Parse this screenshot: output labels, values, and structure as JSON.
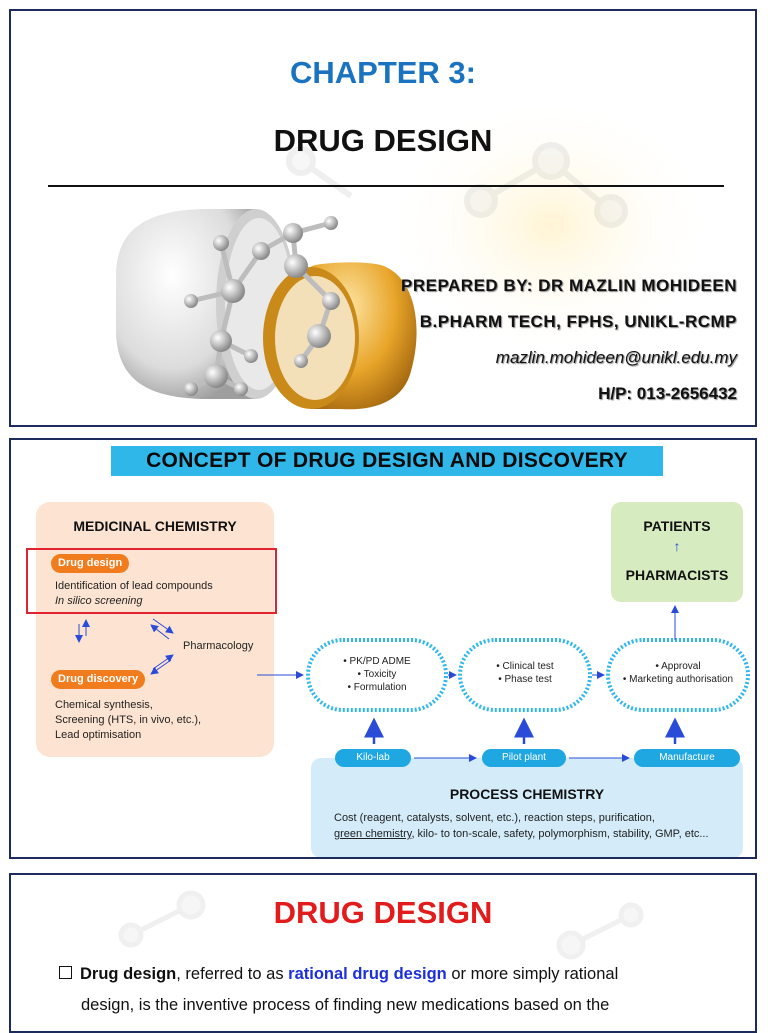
{
  "slide1": {
    "chapter": "CHAPTER 3:",
    "title": "DRUG DESIGN",
    "prepared_by": "PREPARED BY: DR MAZLIN MOHIDEEN",
    "affiliation": "B.PHARM TECH, FPHS, UNIKL-RCMP",
    "email": "mazlin.mohideen@unikl.edu.my",
    "phone": "H/P: 013-2656432"
  },
  "slide2": {
    "title": "CONCEPT OF DRUG DESIGN AND DISCOVERY",
    "medicinal_chemistry": {
      "heading": "MEDICINAL CHEMISTRY",
      "drug_design_label": "Drug design",
      "drug_design_line1": "Identification of lead compounds",
      "drug_design_line2": "In silico screening",
      "pharmacology": "Pharmacology",
      "drug_discovery_label": "Drug discovery",
      "discovery_line1": "Chemical synthesis,",
      "discovery_line2": "Screening (HTS, in vivo, etc.),",
      "discovery_line3": "Lead optimisation"
    },
    "stages": [
      {
        "line1": "• PK/PD ADME",
        "line2": "• Toxicity",
        "line3": "• Formulation"
      },
      {
        "line1": "• Clinical test",
        "line2": "• Phase test"
      },
      {
        "line1": "• Approval",
        "line2": "• Marketing authorisation"
      }
    ],
    "patients": {
      "top": "PATIENTS",
      "arrow": "↑",
      "bottom": "PHARMACISTS"
    },
    "process": {
      "kilo_lab": "Kilo-lab",
      "pilot_plant": "Pilot plant",
      "manufacture": "Manufacture",
      "heading": "PROCESS CHEMISTRY",
      "line1": "Cost (reagent, catalysts, solvent, etc.), reaction steps, purification,",
      "line2_underlined": "green chemistry",
      "line2_rest": ", kilo- to ton-scale, safety, polymorphism, stability, GMP, etc..."
    }
  },
  "slide3": {
    "title": "DRUG DESIGN",
    "bold_term": "Drug design",
    "text_a": ", referred to as ",
    "blue_term": "rational drug design",
    "text_b": " or more simply rational",
    "line2": "design, is the inventive process of finding new medications based on the"
  },
  "colors": {
    "frame": "#1c2a5c",
    "chapter_blue": "#1a73c0",
    "title_red": "#e21c1c",
    "banner_cyan": "#2fb7e9",
    "pill_orange": "#f07c1e",
    "pill_blue": "#1ea7e0",
    "capsule_gold": "#e8a52a"
  }
}
